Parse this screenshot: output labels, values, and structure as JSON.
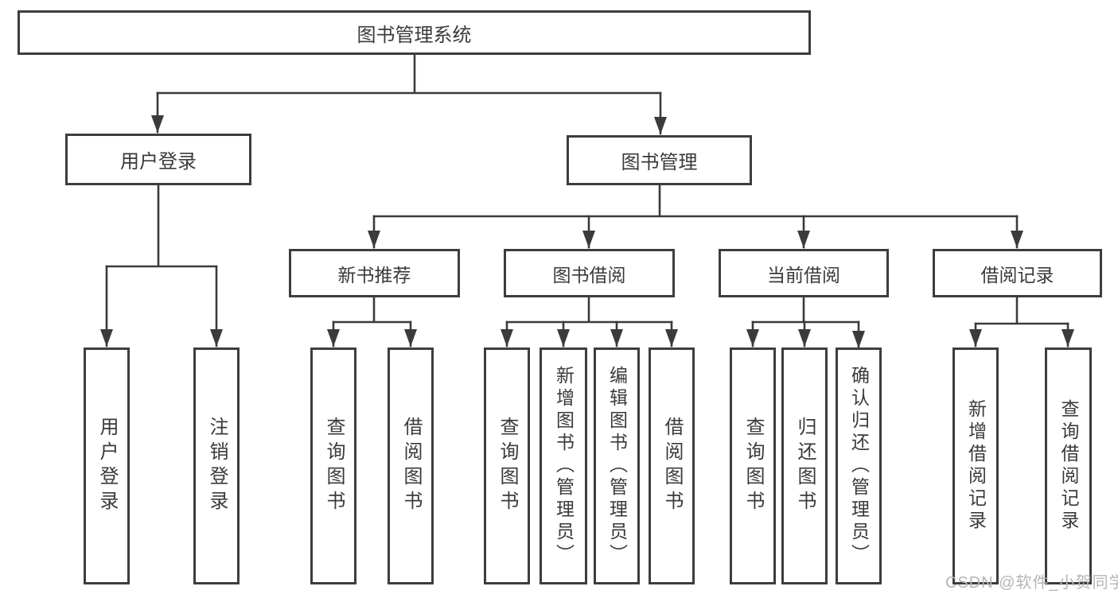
{
  "tree": {
    "root": {
      "label": "图书管理系统",
      "children": [
        {
          "label": "用户登录",
          "children": [
            {
              "label": "用户登录"
            },
            {
              "label": "注销登录"
            }
          ]
        },
        {
          "label": "图书管理",
          "children": [
            {
              "label": "新书推荐",
              "children": [
                {
                  "label": "查询图书"
                },
                {
                  "label": "借阅图书"
                }
              ]
            },
            {
              "label": "图书借阅",
              "children": [
                {
                  "label": "查询图书"
                },
                {
                  "label": "新增图书（管理员）"
                },
                {
                  "label": "编辑图书（管理员）"
                },
                {
                  "label": "借阅图书"
                }
              ]
            },
            {
              "label": "当前借阅",
              "children": [
                {
                  "label": "查询图书"
                },
                {
                  "label": "归还图书"
                },
                {
                  "label": "确认归还（管理员）"
                }
              ]
            },
            {
              "label": "借阅记录",
              "children": [
                {
                  "label": "新增借阅记录"
                },
                {
                  "label": "查询借阅记录"
                }
              ]
            }
          ]
        }
      ]
    }
  },
  "watermark": {
    "text": "CSDN @软件_小贺同学"
  },
  "colors": {
    "line": "#3b3b3b",
    "box_border": "#3d3d3d",
    "text": "#3a3a3a",
    "watermark": "#b5b5b5",
    "background": "#ffffff"
  }
}
